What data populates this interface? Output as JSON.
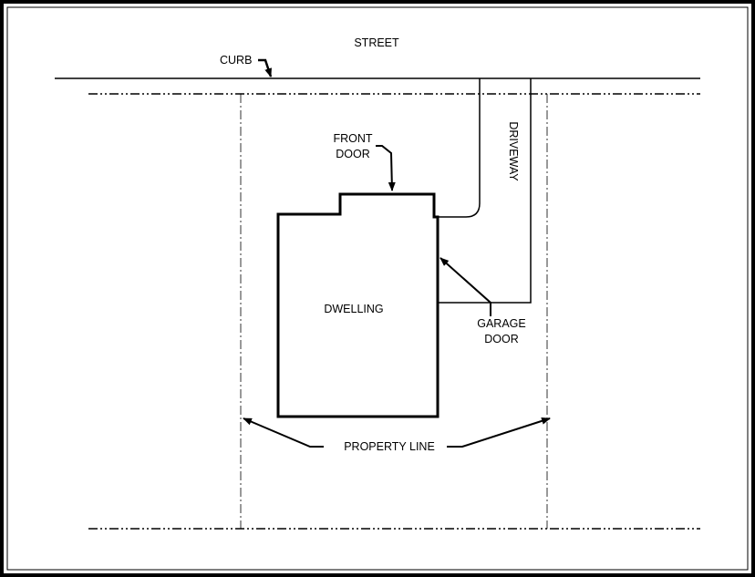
{
  "labels": {
    "street": "STREET",
    "curb": "CURB",
    "front_door_line1": "FRONT",
    "front_door_line2": "DOOR",
    "driveway": "DRIVEWAY",
    "dwelling": "DWELLING",
    "garage_door_line1": "GARAGE",
    "garage_door_line2": "DOOR",
    "property_line": "PROPERTY LINE"
  },
  "colors": {
    "ink": "#000000",
    "background": "#ffffff"
  }
}
